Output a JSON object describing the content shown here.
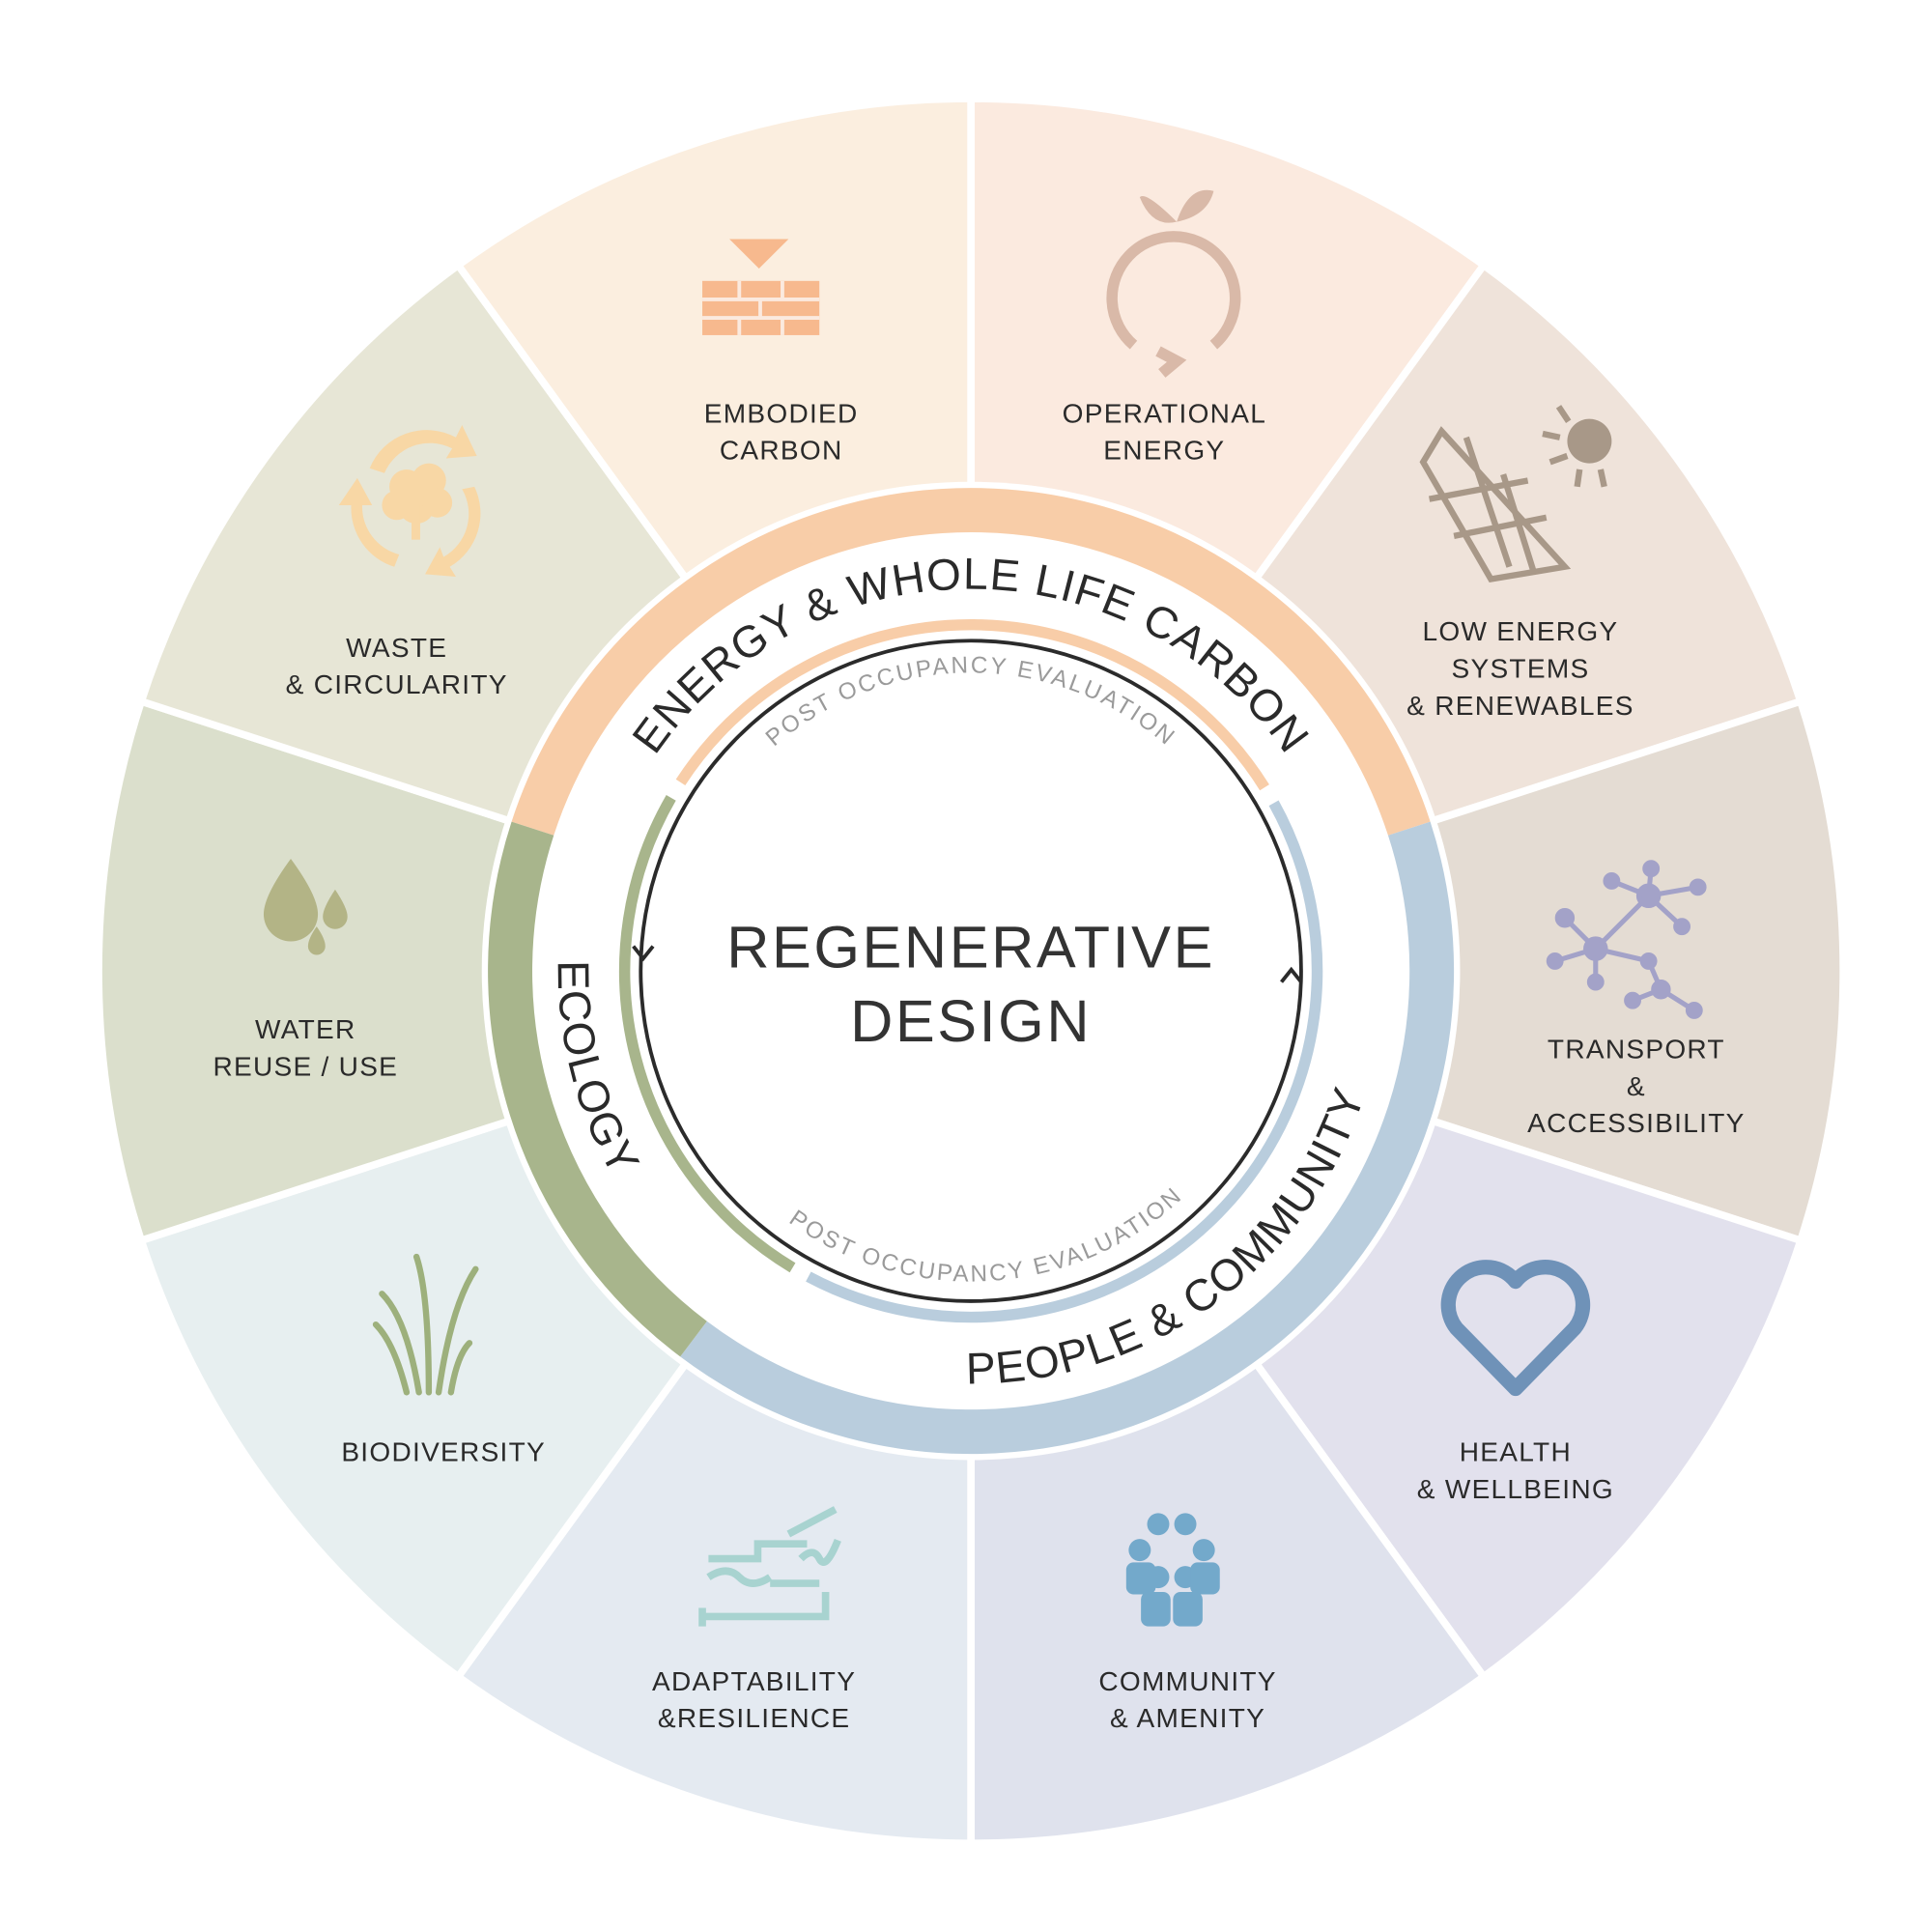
{
  "center": {
    "line1": "REGENERATIVE",
    "line2": "DESIGN"
  },
  "ring_labels": {
    "energy": "ENERGY & WHOLE LIFE CARBON",
    "ecology": "ECOLOGY",
    "people": "PEOPLE & COMMUNITY",
    "poe_top": "POST OCCUPANCY EVALUATION",
    "poe_bottom": "POST OCCUPANCY EVALUATION"
  },
  "colors": {
    "energy": "#f8cda8",
    "ecology": "#a8b58c",
    "people": "#b9cddd"
  },
  "segments": [
    {
      "lines": [
        "EMBODIED",
        "CARBON"
      ],
      "icon": "brick-wall-icon",
      "color": "#fbeadf"
    },
    {
      "lines": [
        "OPERATIONAL",
        "ENERGY"
      ],
      "icon": "cycle-leaf-icon",
      "color": "#efe3da"
    },
    {
      "lines": [
        "LOW ENERGY",
        "SYSTEMS",
        "& RENEWABLES"
      ],
      "icon": "solar-panel-icon",
      "color": "#e4dcd3"
    },
    {
      "lines": [
        "TRANSPORT",
        "&",
        "ACCESSIBILITY"
      ],
      "icon": "network-icon",
      "color": "#e2e1ed"
    },
    {
      "lines": [
        "HEALTH",
        "& WELLBEING"
      ],
      "icon": "heart-icon",
      "color": "#dfe2ed"
    },
    {
      "lines": [
        "COMMUNITY",
        "& AMENITY"
      ],
      "icon": "people-icon",
      "color": "#e4eaf1"
    },
    {
      "lines": [
        "ADAPTABILITY",
        "&RESILIENCE"
      ],
      "icon": "flood-levels-icon",
      "color": "#e7eff0"
    },
    {
      "lines": [
        "BIODIVERSITY"
      ],
      "icon": "grass-icon",
      "color": "#dbdfcc"
    },
    {
      "lines": [
        "WATER",
        "REUSE / USE"
      ],
      "icon": "water-drops-icon",
      "color": "#e7e6d6"
    },
    {
      "lines": [
        "WASTE",
        "& CIRCULARITY"
      ],
      "icon": "recycle-tree-icon",
      "color": "#fbeedf"
    }
  ]
}
